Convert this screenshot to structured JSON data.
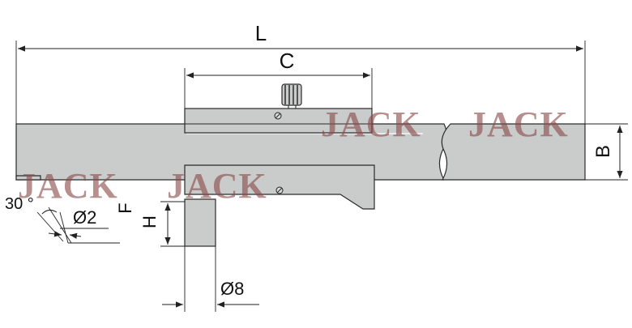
{
  "dimensions": {
    "length": "L",
    "slider": "C",
    "bar_height": "B",
    "jaw_height": "H",
    "jaw_offset": "F",
    "tip_angle": "30 °",
    "tip_diameter": "Ø2",
    "jaw_diameter": "Ø8"
  },
  "watermark": {
    "text": "JACK"
  },
  "colors": {
    "part_fill": "#c9cccb",
    "outline": "#2a2a2a",
    "watermark": "#8a4a4a"
  }
}
